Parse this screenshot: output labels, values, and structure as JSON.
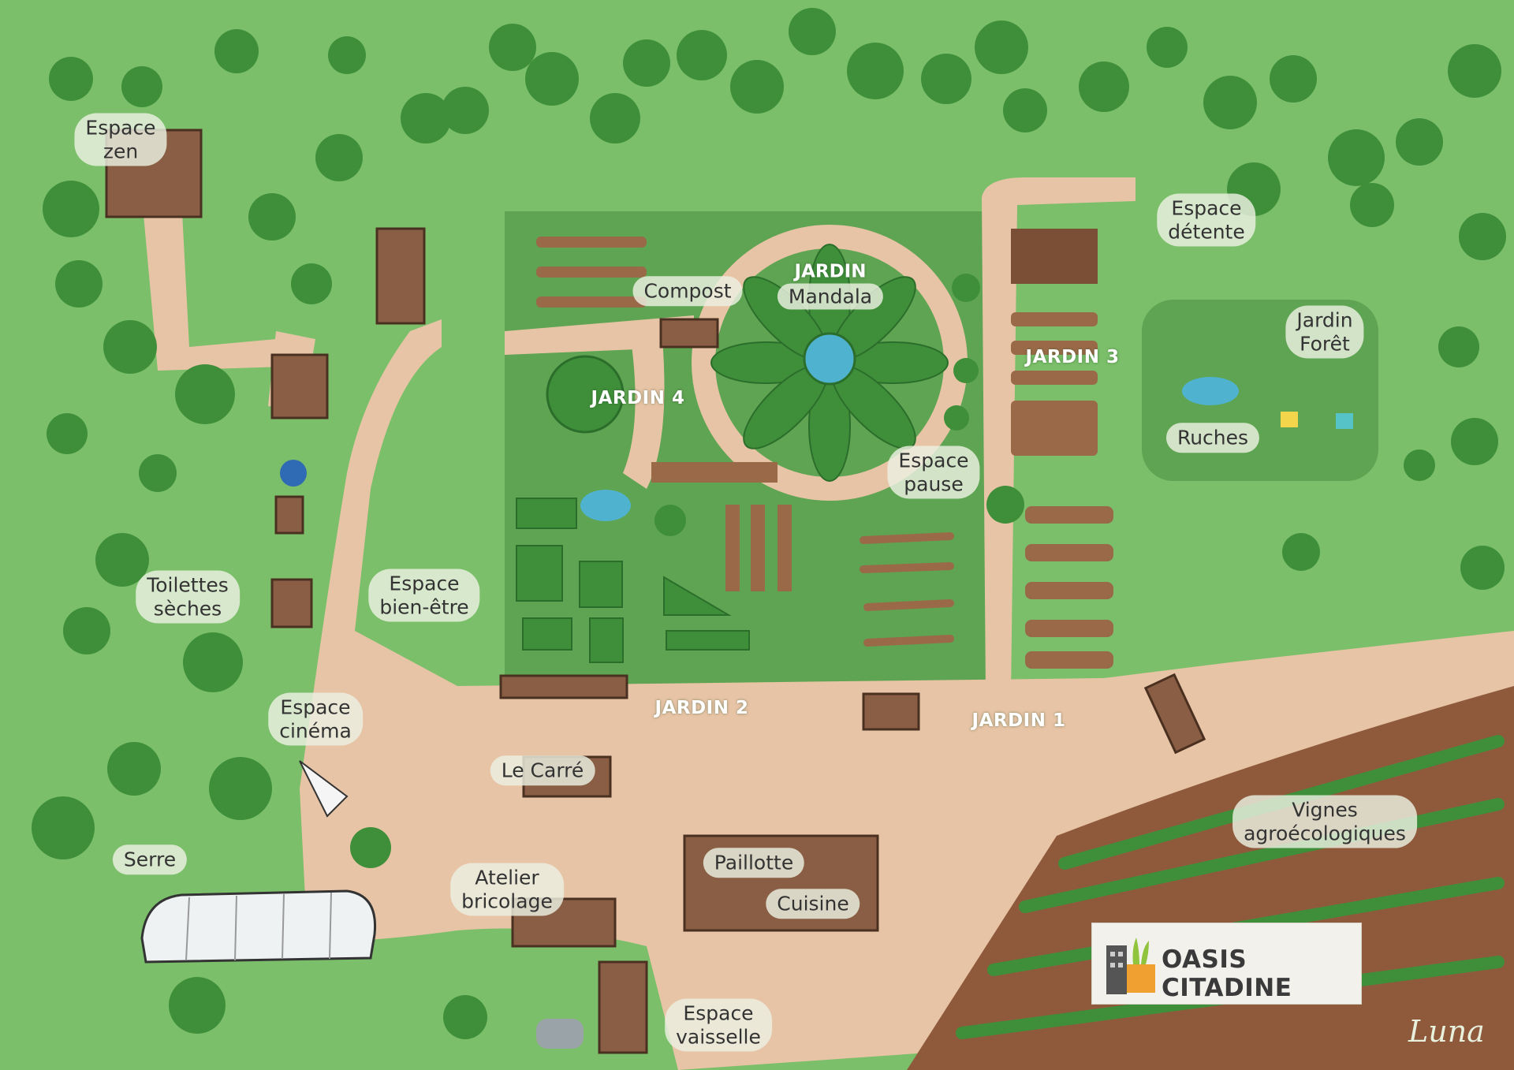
{
  "labels": {
    "espace_zen": [
      "Espace",
      "zen"
    ],
    "compost": "Compost",
    "espace_detente": [
      "Espace",
      "détente"
    ],
    "jardin_foret": [
      "Jardin",
      "Forêt"
    ],
    "ruches": "Ruches",
    "espace_pause": [
      "Espace",
      "pause"
    ],
    "toilettes": [
      "Toilettes",
      "sèches"
    ],
    "bien_etre": [
      "Espace",
      "bien-être"
    ],
    "cinema": [
      "Espace",
      "cinéma"
    ],
    "le_carre": "Le Carré",
    "serre": "Serre",
    "atelier": [
      "Atelier",
      "bricolage"
    ],
    "paillotte": "Paillotte",
    "cuisine": "Cuisine",
    "vaisselle": [
      "Espace",
      "vaisselle"
    ],
    "vignes": [
      "Vignes",
      "agroécologiques"
    ]
  },
  "gardens": {
    "mandala_title": "JARDIN",
    "mandala_name": "Mandala",
    "j1": "JARDIN 1",
    "j2": "JARDIN 2",
    "j3": "JARDIN 3",
    "j4": "JARDIN 4"
  },
  "logo": {
    "text": "OASIS CITADINE"
  },
  "signature": "Luna",
  "colors": {
    "grass": "#7bbf6a",
    "dark_grass": "#5fa452",
    "path": "#e8c4a6",
    "tree": "#3f8f3a",
    "trunk": "#8a5a3a",
    "soil": "#9a6a48",
    "roof": "#8a5e44",
    "water": "#4fb3cf",
    "greenhouse": "#eef2f2"
  }
}
